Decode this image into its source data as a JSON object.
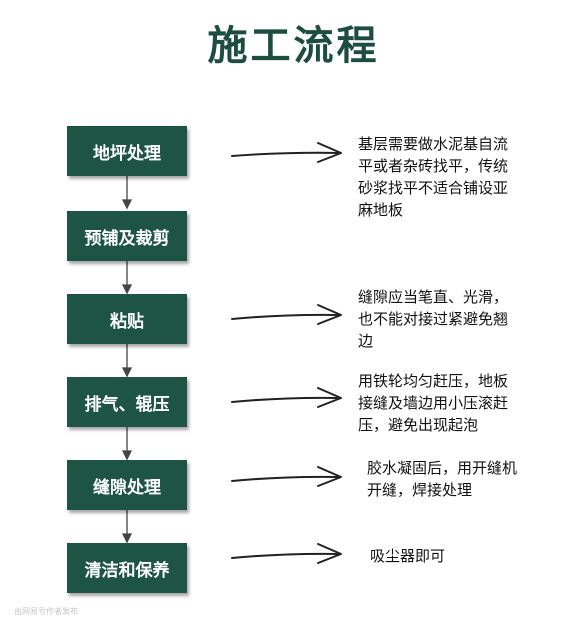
{
  "title": "施工流程",
  "steps": [
    {
      "label": "地坪处理",
      "note": "基层需要做水泥基自流\n平或者杂砖找平，传统\n砂浆找平不适合铺设亚\n麻地板"
    },
    {
      "label": "预铺及裁剪",
      "note": ""
    },
    {
      "label": "粘贴",
      "note": "缝隙应当笔直、光滑，\n也不能对接过紧避免翘\n边"
    },
    {
      "label": "排气、辊压",
      "note": "用铁轮均匀赶压，地板\n接缝及墙边用小压滚赶\n压，避免出现起泡"
    },
    {
      "label": "缝隙处理",
      "note": "胶水凝固后，用开缝机\n开缝，焊接处理"
    },
    {
      "label": "清洁和保养",
      "note": "吸尘器即可"
    }
  ],
  "colors": {
    "title": "#1c4d3f",
    "box": "#1d5444",
    "connector": "#444444",
    "arrow": "#222222"
  },
  "watermark": "由网易号作者发布"
}
